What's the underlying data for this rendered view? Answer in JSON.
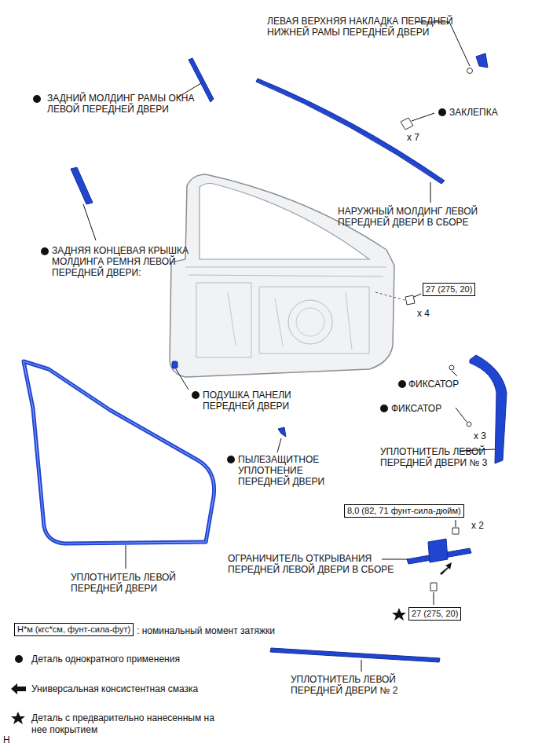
{
  "diagram": {
    "nodes": [
      {
        "text": [
          "27 (275, 20)"
        ]
      },
      {
        "text": [
          "8,0 (82, 71 фунт-сила-дюйм)"
        ]
      },
      {
        "text": [
          "27 (275, 20)"
        ]
      },
      {
        "text": [
          "Н*м (кгс*см, фунт-сила-фут)"
        ]
      }
    ],
    "labels": [
      "ЛЕВАЯ ВЕРХНЯЯ НАКЛАДКА ПЕРЕДНЕЙ НИЖНЕЙ РАМЫ ПЕРЕДНЕЙ ДВЕРИ",
      "ЗАДНИЙ МОЛДИНГ РАМЫ ОКНА ЛЕВОЙ ПЕРЕДНЕЙ ДВЕРИ",
      "ЗАКЛЕПКА",
      "x 7",
      "НАРУЖНЫЙ МОЛДИНГ ЛЕВОЙ ПЕРЕДНЕЙ ДВЕРИ В СБОРЕ",
      "ЗАДНЯЯ КОНЦЕВАЯ КРЫШКА МОЛДИНГА РЕМНЯ ЛЕВОЙ ПЕРЕДНЕЙ ДВЕРИ:",
      "x 4",
      "ФИКСАТОР",
      "ФИКСАТОР",
      "x 3",
      "ПОДУШКА ПАНЕЛИ ПЕРЕДНЕЙ ДВЕРИ",
      "УПЛОТНИТЕЛЬ ЛЕВОЙ ПЕРЕДНЕЙ ДВЕРИ № 3",
      "ПЫЛЕЗАЩИТНОЕ УПЛОТНЕНИЕ ПЕРЕДНЕЙ ДВЕРИ",
      "x 2",
      "ОГРАНИЧИТЕЛЬ ОТКРЫВАНИЯ ПЕРЕДНЕЙ ЛЕВОЙ ДВЕРИ В СБОРЕ",
      "УПЛОТНИТЕЛЬ ЛЕВОЙ ПЕРЕДНЕЙ ДВЕРИ",
      "УПЛОТНИТЕЛЬ ЛЕВОЙ ПЕРЕДНЕЙ ДВЕРИ № 2",
      "Н"
    ],
    "legend": [
      {
        "text": ": номинальный момент затяжки"
      },
      {
        "text": "Деталь однократного применения"
      },
      {
        "text": "Универсальная консистентная смазка"
      },
      {
        "text": "Деталь с предварительно нанесенным на нее покрытием"
      }
    ]
  }
}
